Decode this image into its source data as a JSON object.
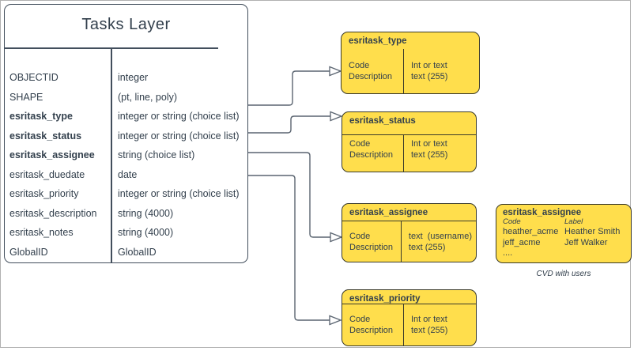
{
  "colors": {
    "node_fill": "#FFDE4C",
    "node_edge": "#3A3A2A",
    "ink": "#33404D",
    "line": "#5A6470",
    "frame": "#B1B1B1",
    "table_border": "#424E5C"
  },
  "tasks_table": {
    "title": "Tasks Layer",
    "rows": [
      {
        "name": "OBJECTID",
        "type": "integer"
      },
      {
        "name": "SHAPE",
        "type": "(pt, line, poly)"
      },
      {
        "name": "esritask_type",
        "type": "integer or string (choice list)"
      },
      {
        "name": "esritask_status",
        "type": "integer or string (choice list)"
      },
      {
        "name": "esritask_assignee",
        "type": "string (choice list)"
      },
      {
        "name": "esritask_duedate",
        "type": "date"
      },
      {
        "name": "esritask_priority",
        "type": "integer or string (choice list)"
      },
      {
        "name": "esritask_description",
        "type": "string (4000)"
      },
      {
        "name": "esritask_notes",
        "type": "string (4000)"
      },
      {
        "name": "GlobalID",
        "type": "GlobalID"
      }
    ]
  },
  "domains": [
    {
      "title": "esritask_type",
      "left": [
        "Code",
        "Description"
      ],
      "right": [
        "Int or text",
        "text (255)"
      ]
    },
    {
      "title": "esritask_status",
      "left": [
        "Code",
        "Description"
      ],
      "right": [
        "Int or text",
        "text (255)"
      ]
    },
    {
      "title": "esritask_assignee",
      "left": [
        "Code",
        "Description"
      ],
      "right": [
        "text  (username)",
        "text (255)"
      ]
    },
    {
      "title": "esritask_priority",
      "left": [
        "Code",
        "Description"
      ],
      "right": [
        "Int or text",
        "text (255)"
      ]
    }
  ],
  "cvd_box": {
    "title": "esritask_assignee",
    "col_headers": [
      "Code",
      "Label"
    ],
    "rows": [
      {
        "code": "heather_acme",
        "label": "Heather Smith"
      },
      {
        "code": "jeff_acme",
        "label": "Jeff Walker"
      },
      {
        "code": "....",
        "label": ""
      }
    ],
    "caption": "CVD with users"
  }
}
